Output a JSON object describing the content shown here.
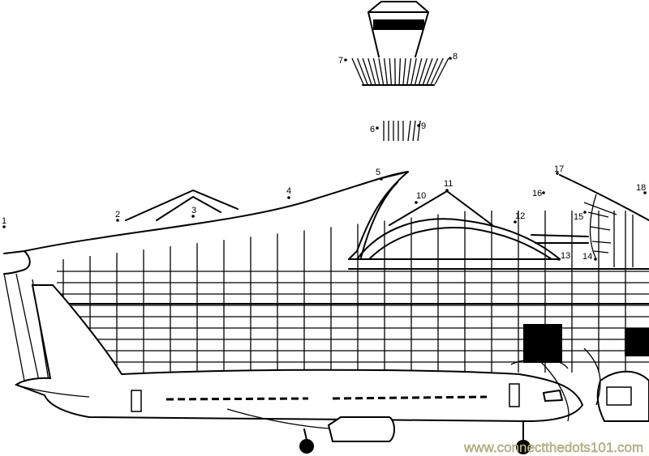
{
  "dots": [
    {
      "n": "1"
    },
    {
      "n": "2"
    },
    {
      "n": "3"
    },
    {
      "n": "4"
    },
    {
      "n": "5"
    },
    {
      "n": "6"
    },
    {
      "n": "7"
    },
    {
      "n": "8"
    },
    {
      "n": "9"
    },
    {
      "n": "10"
    },
    {
      "n": "11"
    },
    {
      "n": "12"
    },
    {
      "n": "13"
    },
    {
      "n": "14"
    },
    {
      "n": "15"
    },
    {
      "n": "16"
    },
    {
      "n": "17"
    },
    {
      "n": "18"
    }
  ],
  "watermark": "www.connectthedots101.com"
}
